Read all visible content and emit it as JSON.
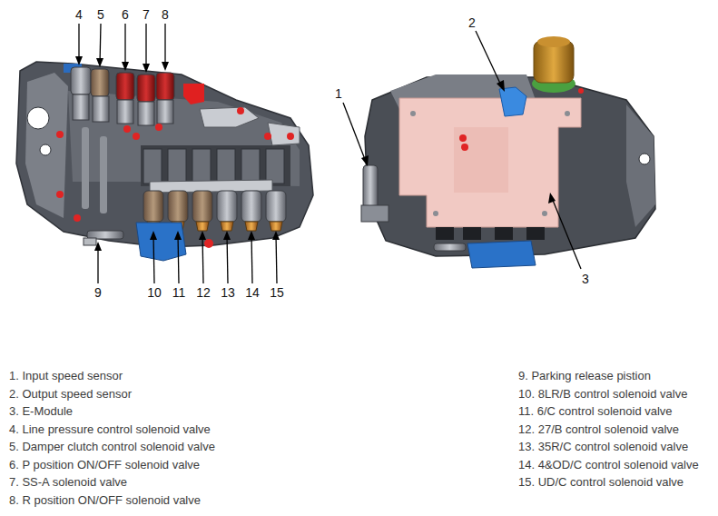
{
  "diagram": {
    "labels": [
      "4",
      "5",
      "6",
      "7",
      "8",
      "2",
      "1",
      "9",
      "10",
      "11",
      "12",
      "13",
      "14",
      "15",
      "3",
      "1. Input speed sensor",
      "2. Output speed sensor",
      "3. E-Module",
      "4. Line pressure control solenoid valve",
      "5. Damper clutch control solenoid valve",
      "6. P position ON/OFF solenoid valve",
      "7. SS-A solenoid valve",
      "8. R position ON/OFF solenoid valve",
      "9. Parking release pistion",
      "10. 8LR/B control solenoid valve",
      "11. 6/C control solenoid valve",
      "12. 27/B control solenoid valve",
      "13. 35R/C control solenoid valve",
      "14. 4&OD/C control solenoid valve",
      "15. UD/C control solenoid valve"
    ]
  }
}
